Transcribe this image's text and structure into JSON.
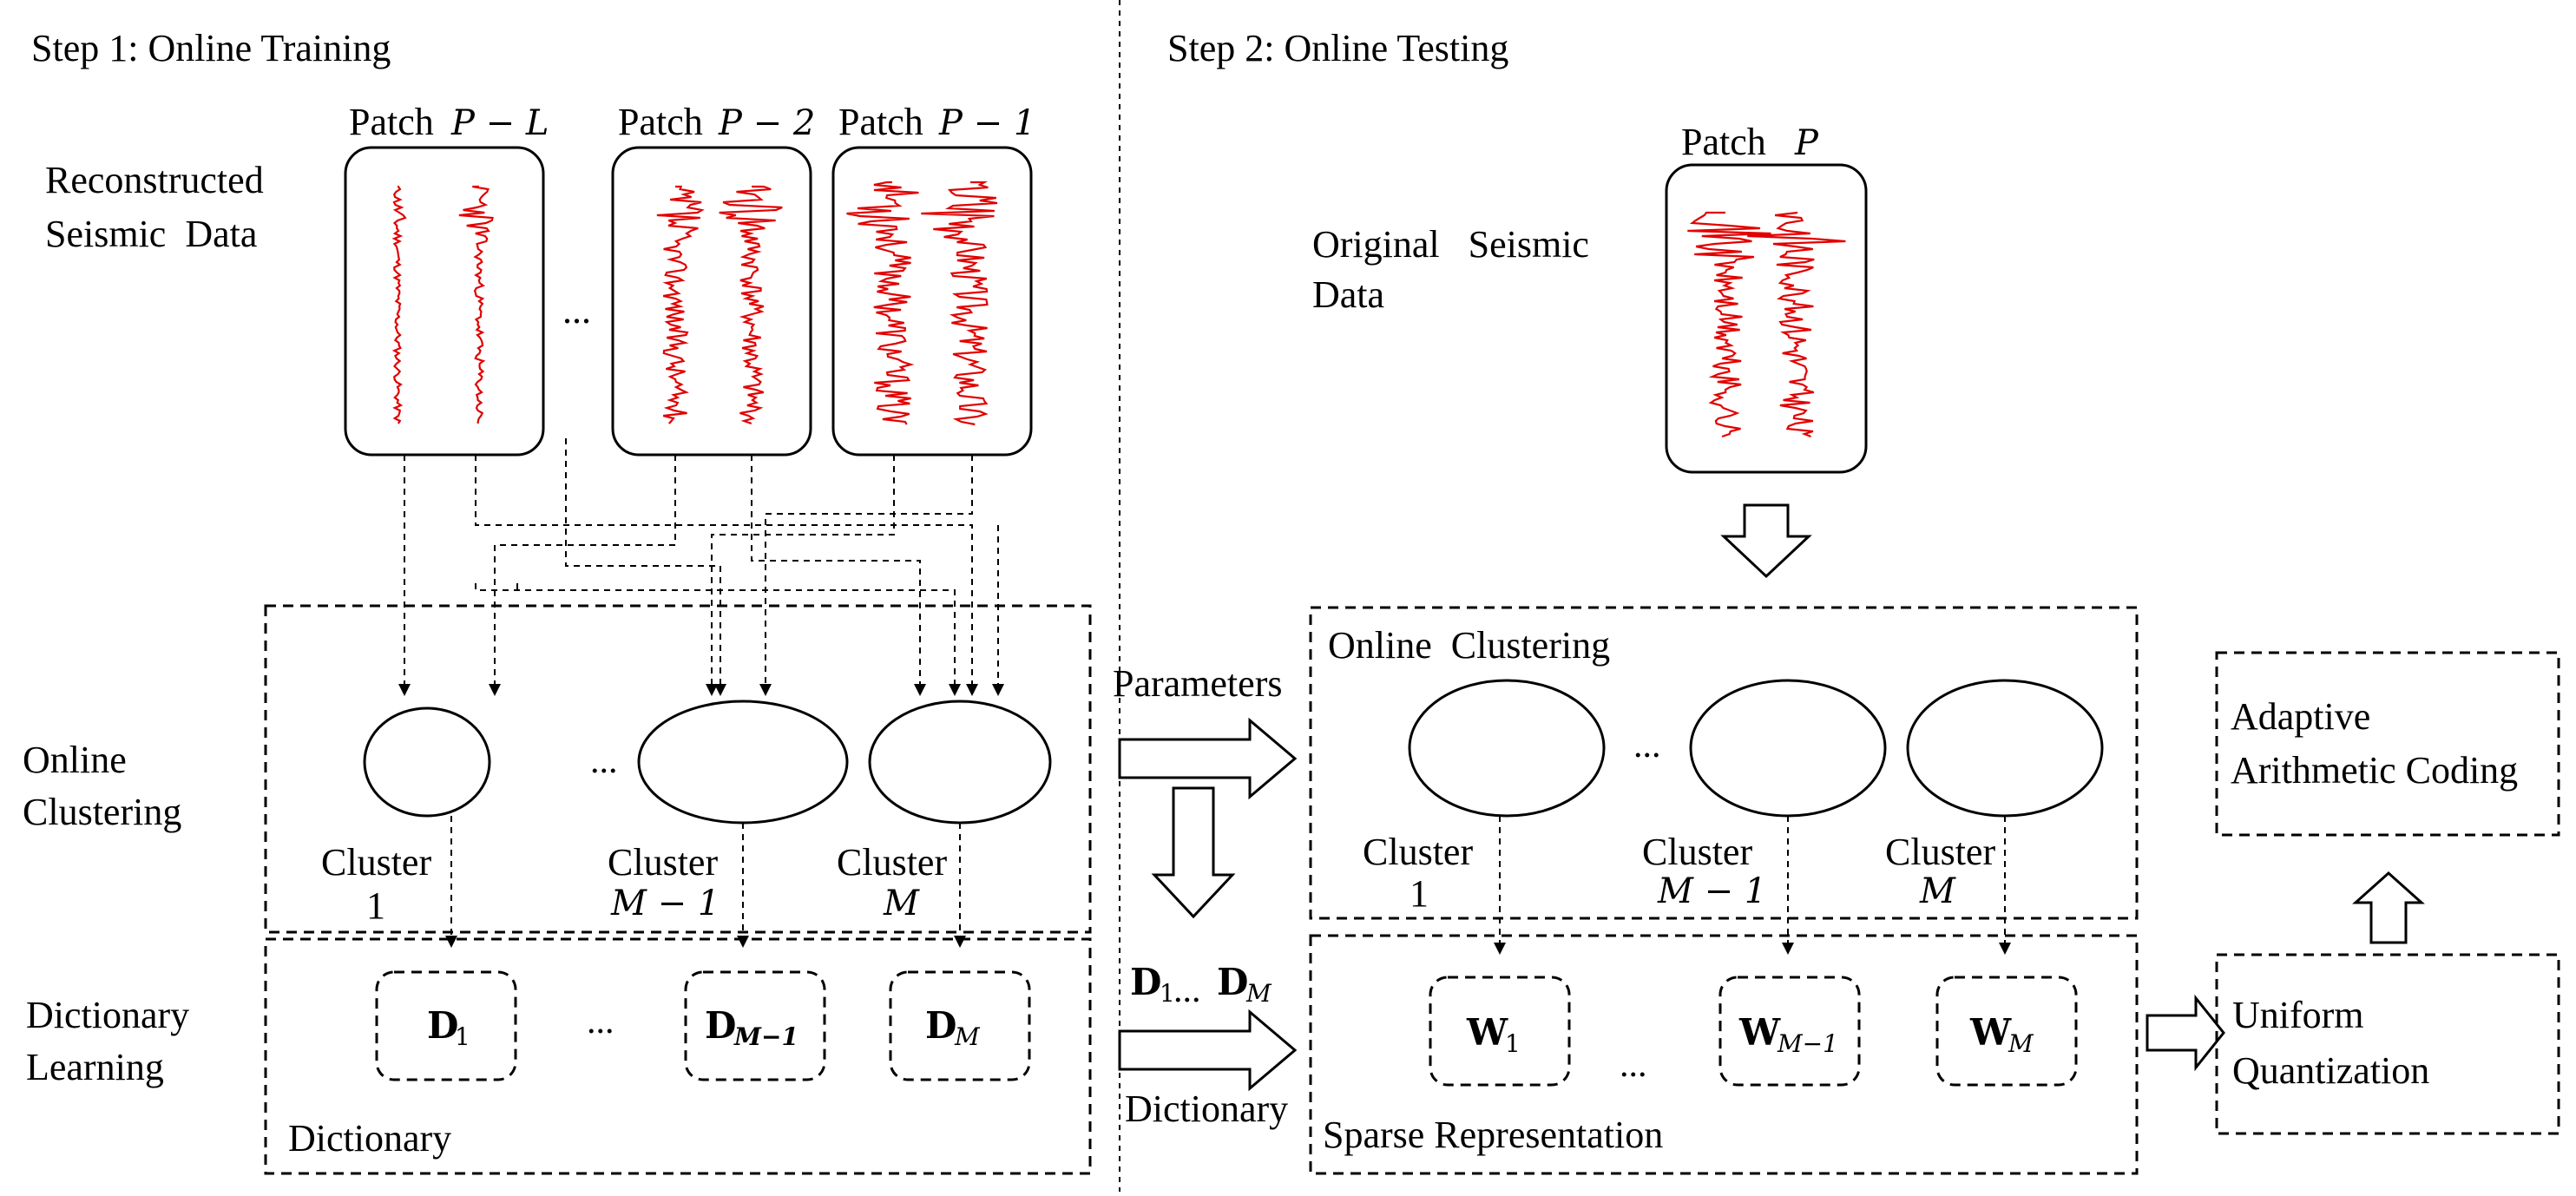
{
  "steps": {
    "training": "Step 1: Online Training",
    "testing": "Step 2: Online Testing"
  },
  "patches": {
    "prefix": "Patch",
    "p_minus_l": "P − L",
    "p_minus_2": "P − 2",
    "p_minus_1": "P − 1",
    "p": "P"
  },
  "left_rows": {
    "reconstructed_line1": "Reconstructed",
    "reconstructed_line2": "Seismic  Data",
    "online_line1": "Online",
    "online_line2": "Clustering",
    "dict_line1": "Dictionary",
    "dict_line2": "Learning"
  },
  "original_data": {
    "line1": "Original   Seismic",
    "line2": "Data"
  },
  "ellipsis": "...",
  "clusters": {
    "word": "Cluster",
    "idx_1": "1",
    "idx_m1": "M − 1",
    "idx_m": "M"
  },
  "dictionaries": {
    "symbol": "D",
    "sub_1": "1",
    "sub_m1": "M−1",
    "sub_m": "M"
  },
  "weights": {
    "symbol": "W",
    "sub_1": "1",
    "sub_m1": "M−1",
    "sub_m": "M"
  },
  "box_labels": {
    "dictionary": "Dictionary",
    "online_clustering": "Online  Clustering",
    "sparse_representation": "Sparse Representation"
  },
  "arrows": {
    "parameters": "Parameters",
    "dictionary": "Dictionary",
    "dict_sym": "D",
    "dict_sub_1": "1",
    "dict_dots": "...",
    "dict_sub_m": "M"
  },
  "coding": {
    "adaptive_line1": "Adaptive",
    "adaptive_line2": "Arithmetic Coding",
    "uniform_line1": "Uniform",
    "uniform_line2": "Quantization"
  },
  "colors": {
    "trace": "#e10000",
    "line": "#000000",
    "background": "#ffffff"
  },
  "icons": [
    "block-arrow-right",
    "block-arrow-down",
    "block-arrow-up",
    "seismic-trace"
  ]
}
